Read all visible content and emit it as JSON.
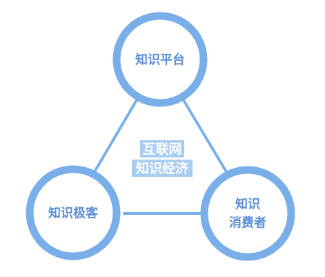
{
  "diagram": {
    "center": {
      "line1": "互联网",
      "line2": "知识经济"
    },
    "nodes": {
      "top": {
        "label": "知识平台"
      },
      "left": {
        "label": "知识极客"
      },
      "right": {
        "line1": "知识",
        "line2": "消费者"
      }
    },
    "colors": {
      "ring": "#7aaee9",
      "node_text": "#5b8fd4",
      "center_highlight": "#a9cdf3",
      "center_text": "#ffffff"
    }
  }
}
